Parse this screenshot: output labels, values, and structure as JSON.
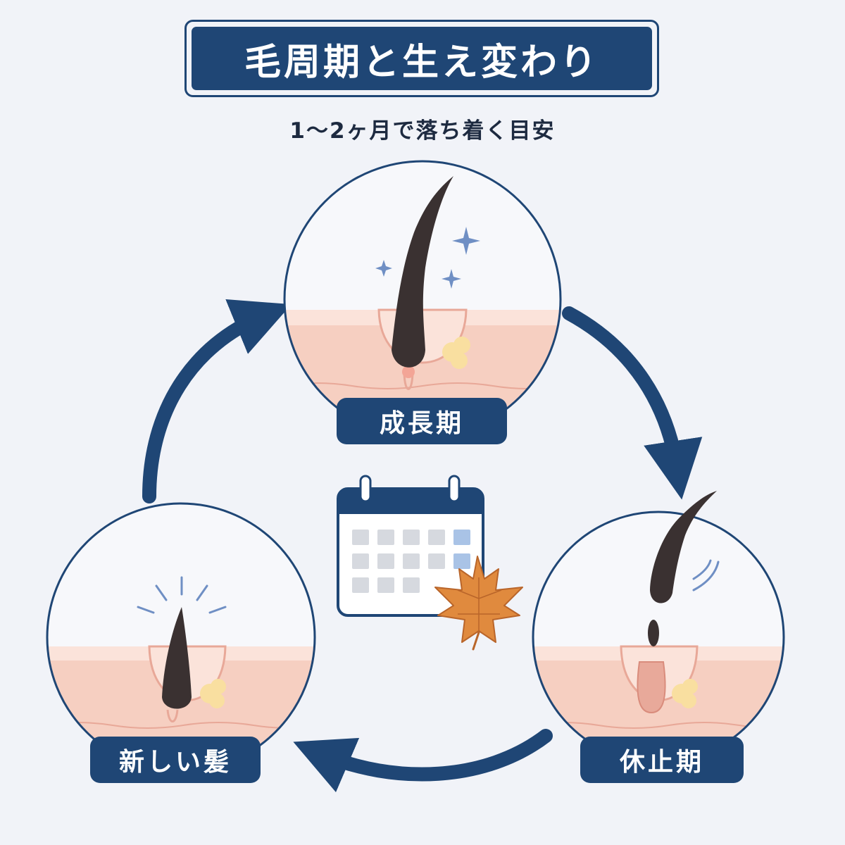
{
  "title": "毛周期と生え変わり",
  "subtitle": "1～2ヶ月で落ち着く目安",
  "stages": [
    {
      "label": "成長期"
    },
    {
      "label": "休止期"
    },
    {
      "label": "新しい髪"
    }
  ],
  "colors": {
    "navy": "#1f4675",
    "background": "#f1f3f8",
    "skin": "#f6cfc1",
    "skin_light": "#fbe3da",
    "hair": "#3a3131",
    "sparkle": "#6f8fc4",
    "leaf": "#e08a3e",
    "calendar_highlight": "#a9c3e6"
  },
  "icons": [
    "sparkle-icon",
    "calendar-icon",
    "maple-leaf-icon",
    "cycle-arrow-icon"
  ]
}
